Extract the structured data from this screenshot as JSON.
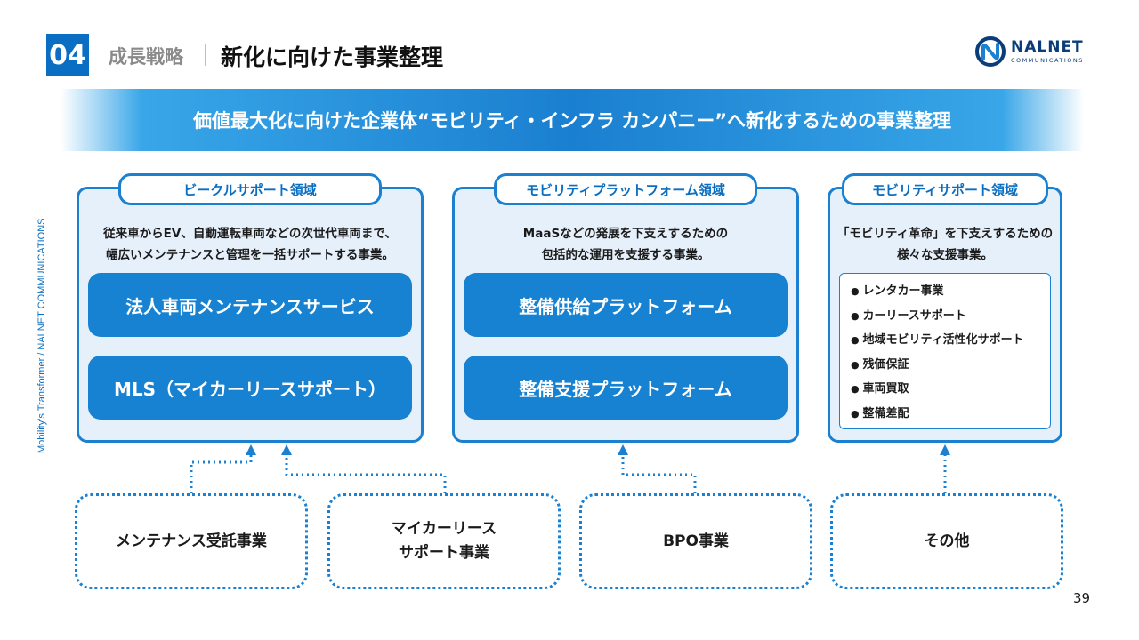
{
  "header": {
    "section_number": "04",
    "section_label": "成長戦略",
    "page_title": "新化に向けた事業整理"
  },
  "logo": {
    "name": "NALNET",
    "sub": "COMMUNICATIONS"
  },
  "banner": {
    "text": "価値最大化に向けた企業体“モビリティ・インフラ カンパニー”へ新化するための事業整理"
  },
  "side_text": "Mobility's Transformer / NALNET COMMUNICATIONS",
  "panels": [
    {
      "title": "ビークルサポート領域",
      "desc_line1": "従来車からEV、自動運転車両などの次世代車両まで、",
      "desc_line2": "幅広いメンテナンスと管理を一括サポートする事業。",
      "buttons": [
        "法人車両メンテナンスサービス",
        "MLS（マイカーリースサポート）"
      ]
    },
    {
      "title": "モビリティプラットフォーム領域",
      "desc_line1": "MaaSなどの発展を下支えするための",
      "desc_line2": "包括的な運用を支援する事業。",
      "buttons": [
        "整備供給プラットフォーム",
        "整備支援プラットフォーム"
      ]
    },
    {
      "title": "モビリティサポート領域",
      "desc_line1": "「モビリティ革命」を下支えするための",
      "desc_line2": "様々な支援事業。",
      "items": [
        "レンタカー事業",
        "カーリースサポート",
        "地域モビリティ活性化サポート",
        "残価保証",
        "車両買取",
        "整備差配"
      ]
    }
  ],
  "bottom": {
    "maintenance": "メンテナンス受託事業",
    "mycar_line1": "マイカーリース",
    "mycar_line2": "サポート事業",
    "bpo": "BPO事業",
    "other": "その他"
  },
  "page_number": "39",
  "colors": {
    "accent": "#1a80cf",
    "primary": "#0a6fc2",
    "panel_bg": "#e6f0fa"
  }
}
